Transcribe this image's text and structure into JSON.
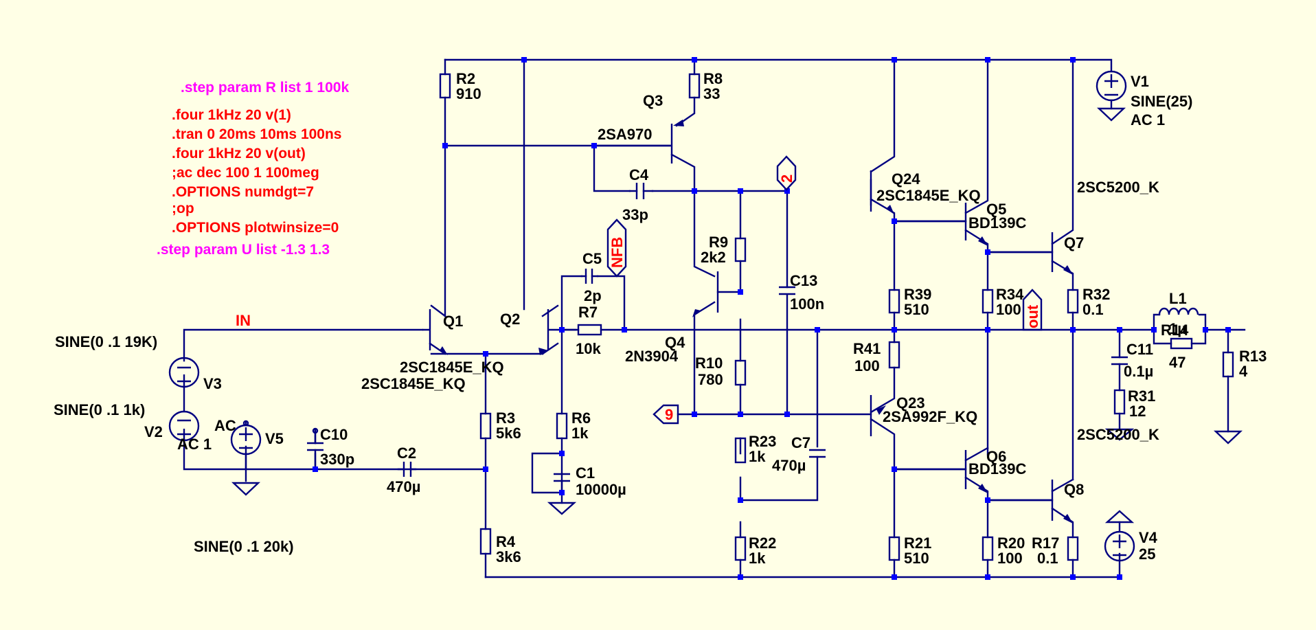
{
  "directives": {
    "step_r": ".step param R list 1 100k",
    "four1": ".four 1kHz 20 v(1)",
    "tran": ".tran 0 20ms 10ms 100ns",
    "four2": ".four 1kHz 20 v(out)",
    "ac": ";ac dec 100 1 100meg",
    "numdgt": ".OPTIONS numdgt=7",
    "op": ";op",
    "plotwin": ".OPTIONS plotwinsize=0",
    "step_u": ".step param U list -1.3 1.3"
  },
  "nets": {
    "in": "IN",
    "nfb": "NFB",
    "n2": "2",
    "out": "out",
    "n9": "9"
  },
  "sources": {
    "V1": {
      "name": "V1",
      "value": "SINE(25)",
      "ac": "AC 1"
    },
    "V2": {
      "name": "V2",
      "value": "SINE(0 .1 1k)",
      "ac": "AC 1"
    },
    "V3": {
      "name": "V3",
      "value": "SINE(0 .1 19K)"
    },
    "V4": {
      "name": "V4",
      "value": "25"
    },
    "V5": {
      "name": "V5",
      "value": "AC"
    },
    "extra": "SINE(0 .1 20k)"
  },
  "transistors": {
    "Q1": {
      "name": "Q1",
      "model": "2SC1845E_KQ"
    },
    "Q2": {
      "name": "Q2",
      "model": "2SC1845E_KQ"
    },
    "Q3": {
      "name": "Q3",
      "model": "2SA970"
    },
    "Q4": {
      "name": "Q4",
      "model": "2N3904"
    },
    "Q5": {
      "name": "Q5",
      "model": "BD139C"
    },
    "Q6": {
      "name": "Q6",
      "model": "BD139C"
    },
    "Q7": {
      "name": "Q7",
      "model": "2SC5200_K"
    },
    "Q8": {
      "name": "Q8",
      "model": "2SC5200_K"
    },
    "Q23": {
      "name": "Q23",
      "model": "2SA992F_KQ"
    },
    "Q24": {
      "name": "Q24",
      "model": "2SC1845E_KQ"
    }
  },
  "resistors": {
    "R2": {
      "name": "R2",
      "value": "910"
    },
    "R3": {
      "name": "R3",
      "value": "5k6"
    },
    "R4": {
      "name": "R4",
      "value": "3k6"
    },
    "R6": {
      "name": "R6",
      "value": "1k"
    },
    "R7": {
      "name": "R7",
      "value": "10k"
    },
    "R8": {
      "name": "R8",
      "value": "33"
    },
    "R9": {
      "name": "R9",
      "value": "2k2"
    },
    "R10": {
      "name": "R10",
      "value": "780"
    },
    "R13": {
      "name": "R13",
      "value": "4"
    },
    "R14": {
      "name": "R14",
      "value": "47"
    },
    "R17": {
      "name": "R17",
      "value": "0.1"
    },
    "R20": {
      "name": "R20",
      "value": "100"
    },
    "R21": {
      "name": "R21",
      "value": "510"
    },
    "R22": {
      "name": "R22",
      "value": "1k"
    },
    "R23": {
      "name": "R23",
      "value": "1k"
    },
    "R31": {
      "name": "R31",
      "value": "12"
    },
    "R32": {
      "name": "R32",
      "value": "0.1"
    },
    "R34": {
      "name": "R34",
      "value": "100"
    },
    "R39": {
      "name": "R39",
      "value": "510"
    },
    "R41": {
      "name": "R41",
      "value": "100"
    }
  },
  "capacitors": {
    "C1": {
      "name": "C1",
      "value": "10000µ"
    },
    "C2": {
      "name": "C2",
      "value": "470µ"
    },
    "C4": {
      "name": "C4",
      "value": "33p"
    },
    "C5": {
      "name": "C5",
      "value": "2p"
    },
    "C7": {
      "name": "C7",
      "value": "470µ"
    },
    "C10": {
      "name": "C10",
      "value": "330p"
    },
    "C11": {
      "name": "C11",
      "value": "0.1µ"
    },
    "C13": {
      "name": "C13",
      "value": "100n"
    }
  },
  "inductors": {
    "L1": {
      "name": "L1",
      "value": "1µ"
    }
  }
}
